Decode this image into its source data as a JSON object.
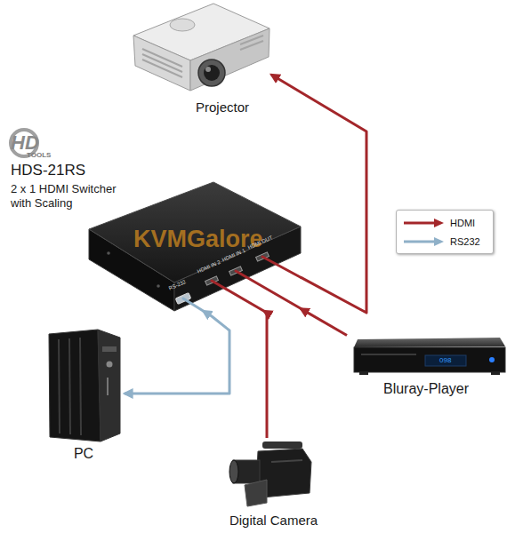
{
  "diagram": {
    "nodes": [
      {
        "text": [
          "Projector"
        ]
      },
      {
        "text": [
          "HDS-21RS",
          "2 x 1 HDMI Switcher with Scaling"
        ]
      },
      {
        "text": [
          "Bluray-Player"
        ]
      },
      {
        "text": [
          "PC"
        ]
      },
      {
        "text": [
          "Digital Camera"
        ]
      }
    ],
    "edges": [
      {
        "from": 1,
        "to": 0,
        "arrow": "to"
      },
      {
        "from": 2,
        "to": 1,
        "arrow": "to"
      },
      {
        "from": 3,
        "to": 1,
        "arrow": "both"
      },
      {
        "from": 4,
        "to": 1,
        "arrow": "to"
      }
    ],
    "labels": [
      "HD",
      "TOOLS",
      "KVMGalore",
      "RS-232",
      "HDMI IN 2",
      "HDMI IN 1",
      "HDMI OUT",
      "098"
    ],
    "legend": [
      {
        "text": "HDMI",
        "color": "#a3262a"
      },
      {
        "text": "RS232",
        "color": "#8fb0c8"
      }
    ]
  }
}
